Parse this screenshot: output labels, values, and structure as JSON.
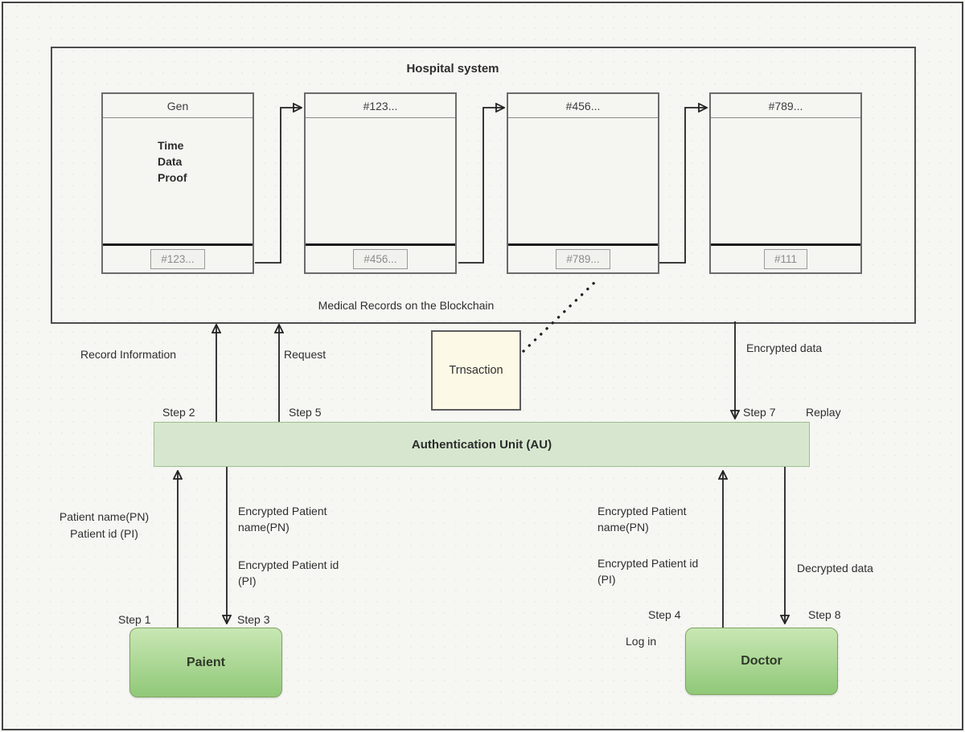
{
  "hospital": {
    "title": "Hospital system",
    "caption": "Medical Records on the Blockchain",
    "blocks": [
      {
        "header": "Gen",
        "body": [
          "Time",
          "Data",
          "Proof"
        ],
        "hash": "#123..."
      },
      {
        "header": "#123...",
        "body": [],
        "hash": "#456..."
      },
      {
        "header": "#456...",
        "body": [],
        "hash": "#789..."
      },
      {
        "header": "#789...",
        "body": [],
        "hash": "#111"
      }
    ]
  },
  "transaction": {
    "label": "Trnsaction"
  },
  "auth_unit": {
    "label": "Authentication Unit (AU)"
  },
  "actors": {
    "patient": {
      "label": "Paient"
    },
    "doctor": {
      "label": "Doctor"
    }
  },
  "flow_labels": {
    "record_information": "Record Information",
    "step_2": "Step 2",
    "request": "Request",
    "step_5": "Step 5",
    "encrypted_data": "Encrypted data",
    "step_7": "Step 7",
    "replay": "Replay",
    "patient_name": "Patient name(PN)",
    "patient_id": "Patient id (PI)",
    "step_1": "Step 1",
    "encrypted_patient_name_left": "Encrypted Patient name(PN)",
    "encrypted_patient_id_left": "Encrypted Patient id (PI)",
    "step_3": "Step 3",
    "encrypted_patient_name_right": "Encrypted Patient name(PN)",
    "encrypted_patient_id_right": "Encrypted Patient id (PI)",
    "step_4": "Step 4",
    "log_in": "Log in",
    "decrypted_data": "Decrypted data",
    "step_8": "Step 8"
  },
  "colors": {
    "canvas_bg": "#f6f6f3",
    "border_dark": "#454545",
    "au_fill": "#d7e7cf",
    "au_border": "#9dbf90",
    "actor_fill_top": "#c9e7b4",
    "actor_fill_bottom": "#90c878",
    "actor_border": "#7fa563",
    "transaction_fill": "#fcf9e6",
    "arrow": "#222222",
    "text": "#2e2e2e",
    "hash_text": "#8c8c8c"
  }
}
